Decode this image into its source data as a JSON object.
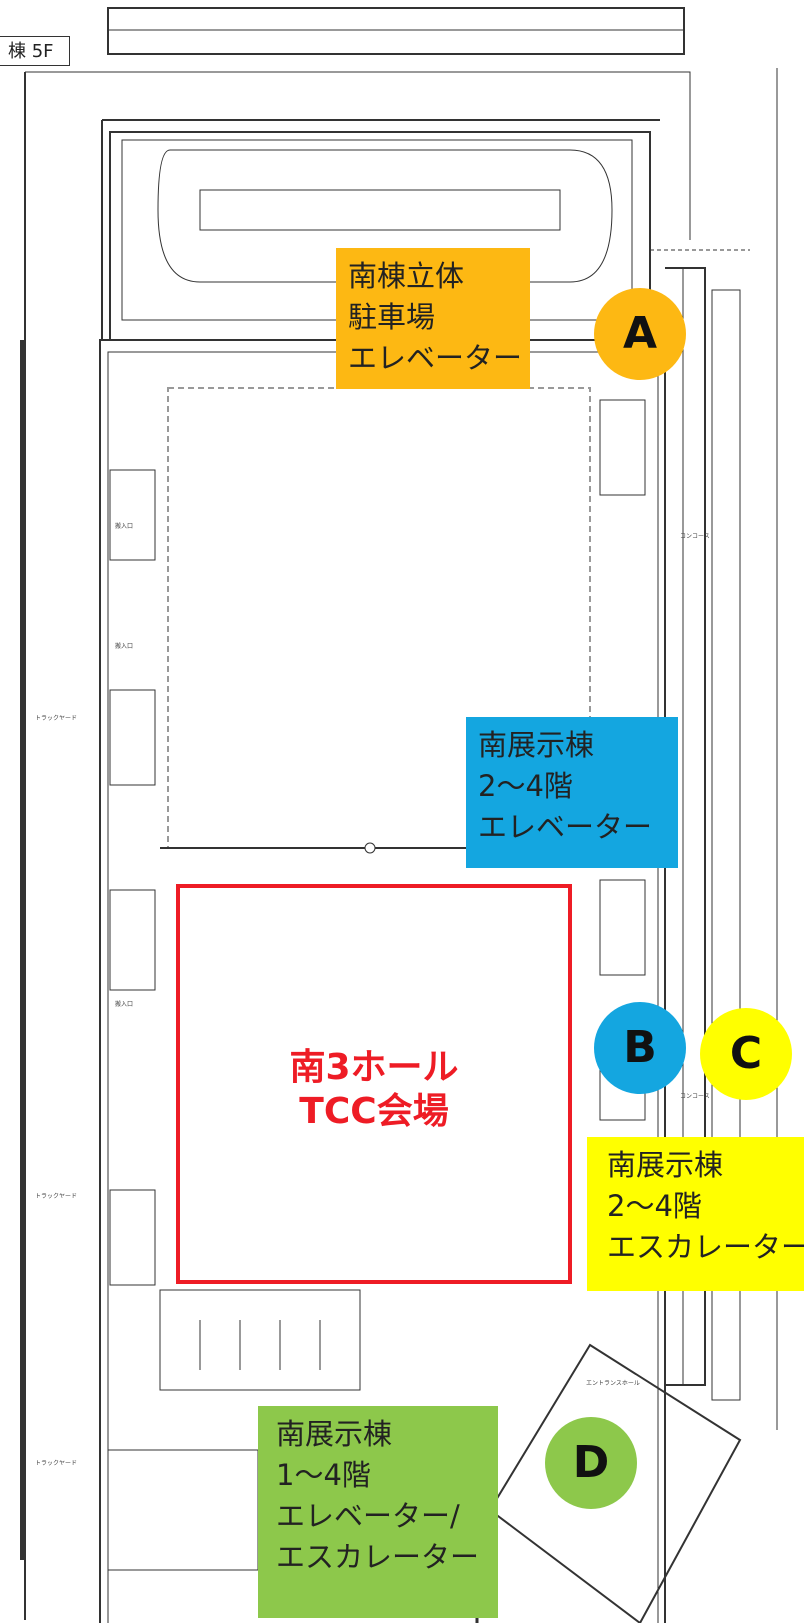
{
  "floor_label": "棟 5F",
  "venue": {
    "line1": "南3ホール",
    "line2": "TCC会場",
    "color": "#ee1c25"
  },
  "callouts": [
    {
      "id": "A",
      "lines": [
        "南棟立体",
        "駐車場",
        "エレベーター"
      ],
      "color": "#fdb813"
    },
    {
      "id": "B",
      "lines": [
        "南展示棟",
        "2〜4階",
        "エレベーター"
      ],
      "color": "#14a6e0"
    },
    {
      "id": "C",
      "lines": [
        "南展示棟",
        "2〜4階",
        "エスカレーター"
      ],
      "color": "#ffff00"
    },
    {
      "id": "D",
      "lines": [
        "南展示棟",
        "1〜4階",
        "エレベーター/",
        "エスカレーター"
      ],
      "color": "#8dc84b"
    }
  ],
  "plan_labels": {
    "entrance": "搬入口",
    "concourse": "コンコース",
    "truck_yard": "トラックヤード",
    "entrance_hall": "エントランスホール"
  }
}
